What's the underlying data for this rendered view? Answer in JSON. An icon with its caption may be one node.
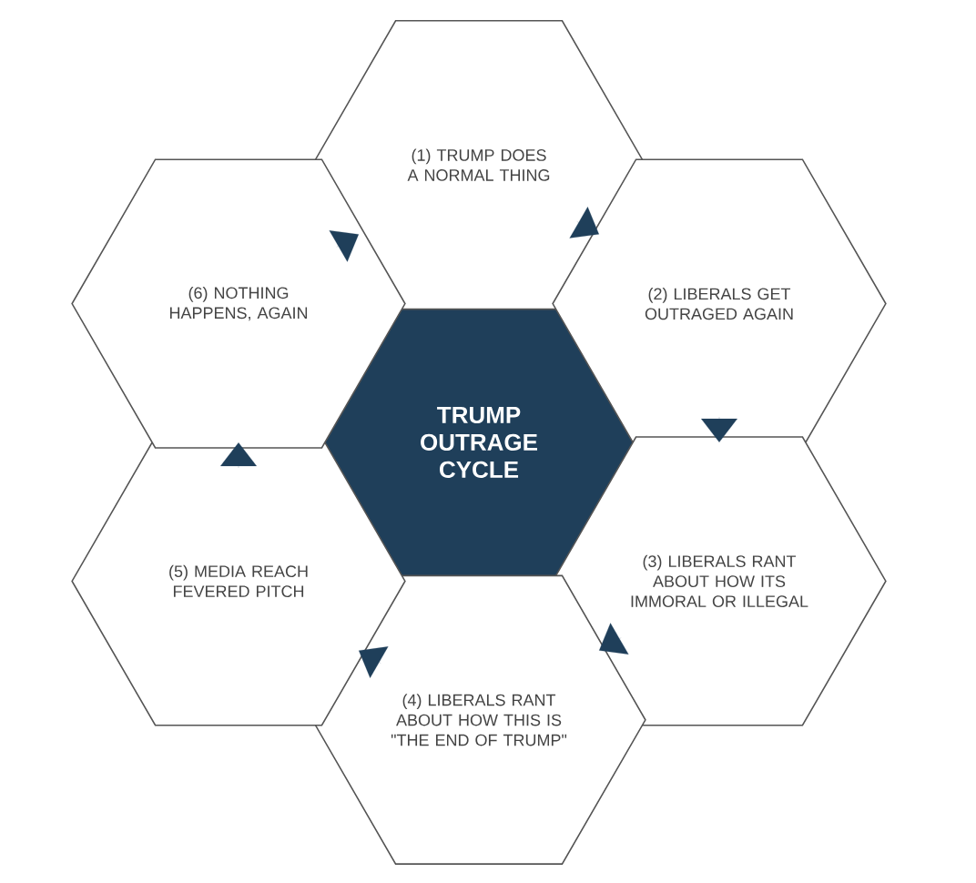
{
  "diagram": {
    "nodes": [
      {
        "text": [
          "TRUMP OUTRAGE CYCLE"
        ]
      },
      {
        "text": [
          "(1) TRUMP DOES A NORMAL THING"
        ]
      },
      {
        "text": [
          "(2) LIBERALS GET OUTRAGED AGAIN"
        ]
      },
      {
        "text": [
          "(3) LIBERALS RANT ABOUT HOW ITS IMMORAL OR ILLEGAL"
        ]
      },
      {
        "text": [
          "(4) LIBERALS RANT ABOUT HOW THIS IS \"THE END OF TRUMP\""
        ]
      },
      {
        "text": [
          "(5) MEDIA REACH FEVERED PITCH"
        ]
      },
      {
        "text": [
          "(6) NOTHING HAPPENS, AGAIN"
        ]
      }
    ],
    "edges": [
      {
        "from": 1,
        "to": 2,
        "arrow": "to"
      },
      {
        "from": 2,
        "to": 3,
        "arrow": "to"
      },
      {
        "from": 3,
        "to": 4,
        "arrow": "to"
      },
      {
        "from": 4,
        "to": 5,
        "arrow": "to"
      },
      {
        "from": 5,
        "to": 6,
        "arrow": "to"
      },
      {
        "from": 6,
        "to": 1,
        "arrow": "to"
      }
    ]
  }
}
